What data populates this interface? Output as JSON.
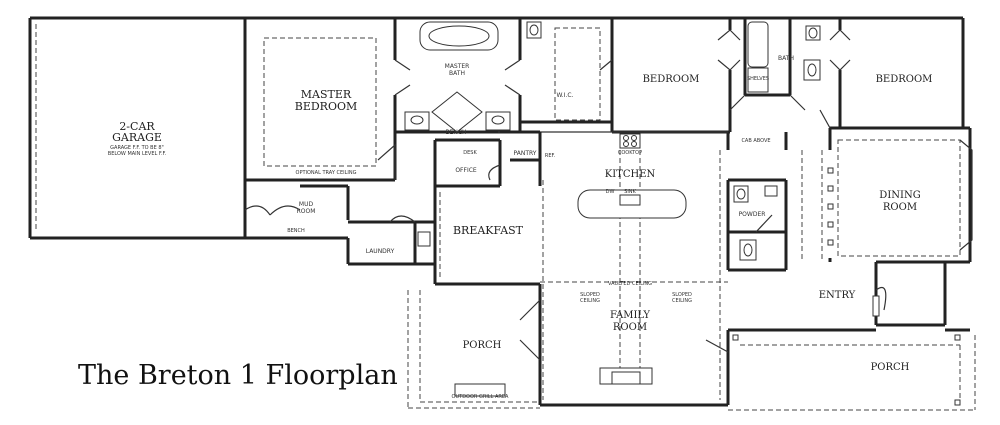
{
  "title": "The Breton 1 Floorplan",
  "rooms": {
    "garage_l1": "2-CAR",
    "garage_l2": "GARAGE",
    "garage_note1": "GARAGE F.F. TO BE 8\"",
    "garage_note2": "BELOW MAIN LEVEL F.F.",
    "master_l1": "MASTER",
    "master_l2": "BEDROOM",
    "master_note": "OPTIONAL TRAY CEILING",
    "master_bath_l1": "MASTER",
    "master_bath_l2": "BATH",
    "wic": "W.I.C.",
    "bedroom_left": "BEDROOM",
    "bath": "BATH",
    "shelves": "SHELVES",
    "bedroom_right": "BEDROOM",
    "mud_l1": "MUD",
    "mud_l2": "ROOM",
    "laundry": "LAUNDRY",
    "office": "OFFICE",
    "desk": "DESK",
    "pantry": "PANTRY",
    "ref": "REF.",
    "kitchen": "KITCHEN",
    "cooktop": "COOKTOP",
    "dw": "DW",
    "sink": "SINK",
    "breakfast": "BREAKFAST",
    "cab_above": "CAB ABOVE",
    "powder": "POWDER",
    "dining_l1": "DINING",
    "dining_l2": "ROOM",
    "entry": "ENTRY",
    "family_l1": "FAMILY",
    "family_l2": "ROOM",
    "vaulted": "VAULTED CEILING",
    "sloped_l1": "SLOPED",
    "sloped_l2": "CEILING",
    "porch_left": "PORCH",
    "porch_right": "PORCH",
    "grill": "OUTDOOR GRILL AREA",
    "bench": "BENCH"
  }
}
